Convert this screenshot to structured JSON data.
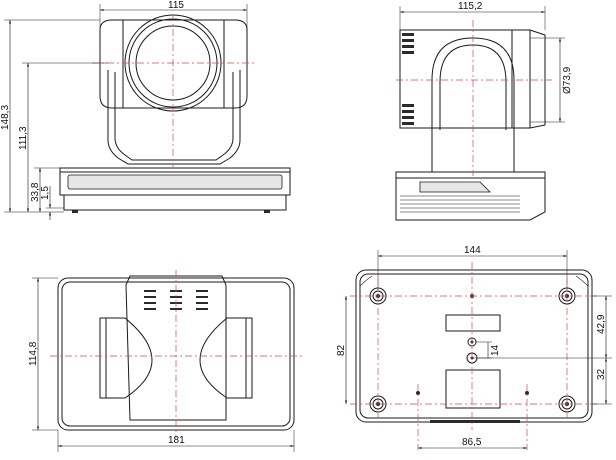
{
  "dimensions": {
    "front_width": "115",
    "front_height_total": "148,3",
    "front_center_height": "111,3",
    "front_base_height": "33,8",
    "front_base_foot": "1,5",
    "side_width": "115,2",
    "side_dome_diameter": "Ø73,9",
    "top_length": "181",
    "top_width": "114,8",
    "bottom_hole_spacing_x": "144",
    "bottom_hole_spacing_y": "82",
    "bottom_offset_top": "42,9",
    "bottom_offset_bottom": "32",
    "bottom_tripod_offset": "14",
    "bottom_pin_spacing": "86,5"
  },
  "colors": {
    "line": "#1a1a1a",
    "centerline": "#d64a4a"
  }
}
